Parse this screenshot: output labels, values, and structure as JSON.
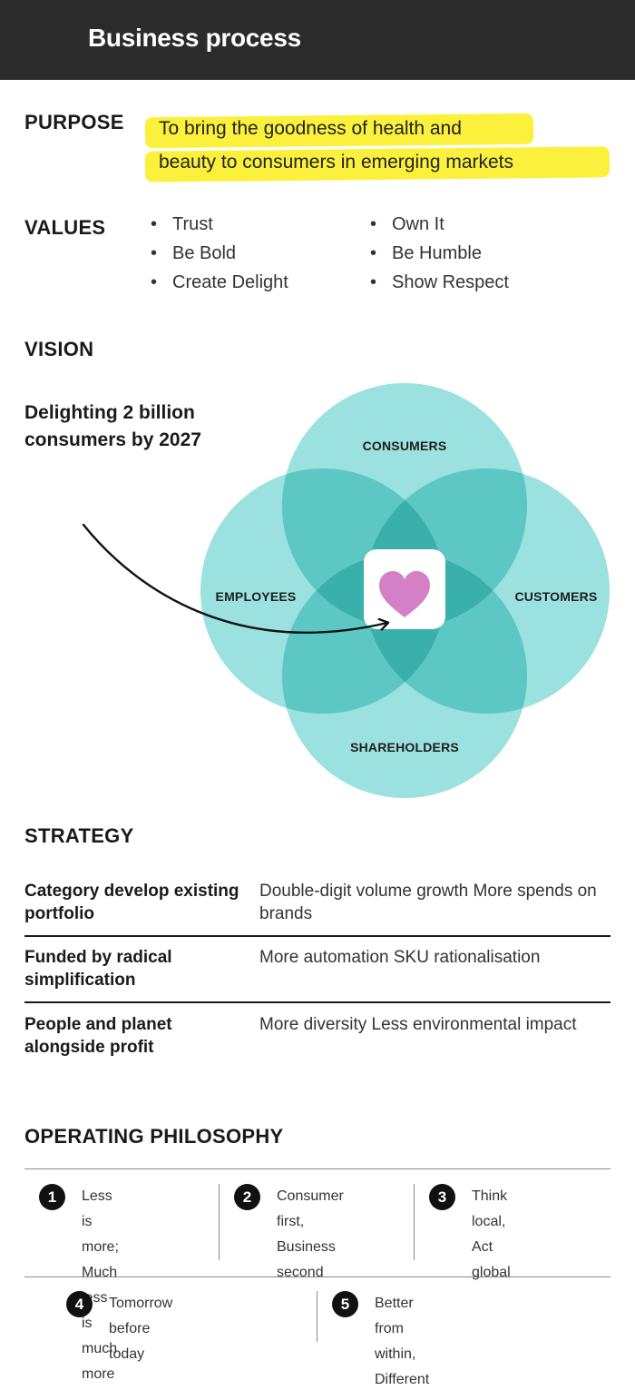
{
  "header": {
    "title": "Business process"
  },
  "purpose": {
    "title": "PURPOSE",
    "lines": [
      "To bring the goodness of health and",
      "beauty to consumers in emerging markets"
    ],
    "highlight_color": "#fbf13c"
  },
  "values": {
    "title": "VALUES",
    "bullet": "•",
    "items": [
      "Trust",
      "Be Bold",
      "Create Delight",
      "Own It",
      "Be Humble",
      "Show Respect"
    ]
  },
  "vision": {
    "title": "VISION",
    "lines": [
      "Delighting 2 billion",
      "consumers by 2027"
    ],
    "circles": [
      "CONSUMERS",
      "CUSTOMERS",
      "SHAREHOLDERS",
      "EMPLOYEES"
    ],
    "circle_color": "#88dcd9",
    "center_icon": "heart-icon",
    "heart_color": "#d47fc6"
  },
  "strategy": {
    "title": "STRATEGY",
    "rows": [
      {
        "label": "Category develop existing portfolio",
        "desc": "Double-digit volume growth More spends on brands"
      },
      {
        "label": "Funded by radical simplification",
        "desc": "More automation SKU rationalisation"
      },
      {
        "label": "People and planet alongside profit",
        "desc": "More diversity Less environmental impact"
      }
    ]
  },
  "operating": {
    "title": "OPERATING PHILOSOPHY",
    "items": [
      {
        "num": "1",
        "text": "Less is more;\nMuch less is\nmuch more"
      },
      {
        "num": "2",
        "text": "Consumer\nfirst, Business\nsecond"
      },
      {
        "num": "3",
        "text": "Think local,\nAct global"
      },
      {
        "num": "4",
        "text": "Tomorrow\nbefore today"
      },
      {
        "num": "5",
        "text": "Better from within,\nDifferent from outside"
      }
    ]
  }
}
